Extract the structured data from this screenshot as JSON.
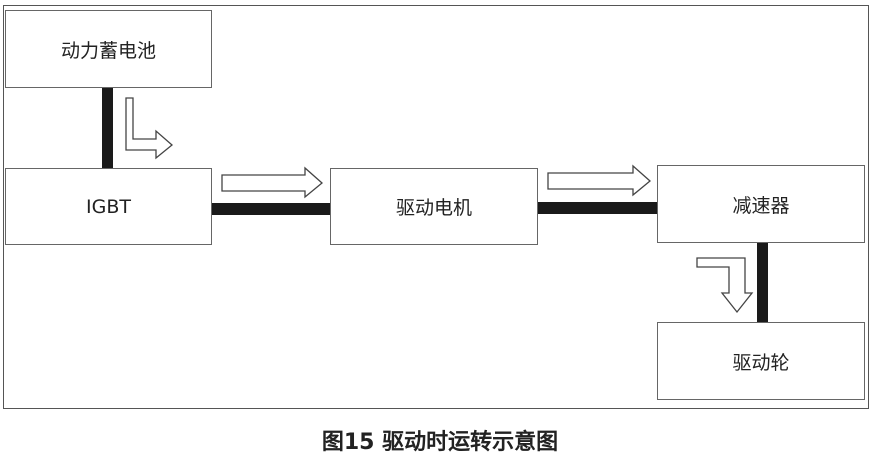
{
  "nodes": {
    "battery": "动力蓄电池",
    "igbt": "IGBT",
    "motor": "驱动电机",
    "reducer": "减速器",
    "wheel": "驱动轮"
  },
  "caption": "图15 驱动时运转示意图"
}
